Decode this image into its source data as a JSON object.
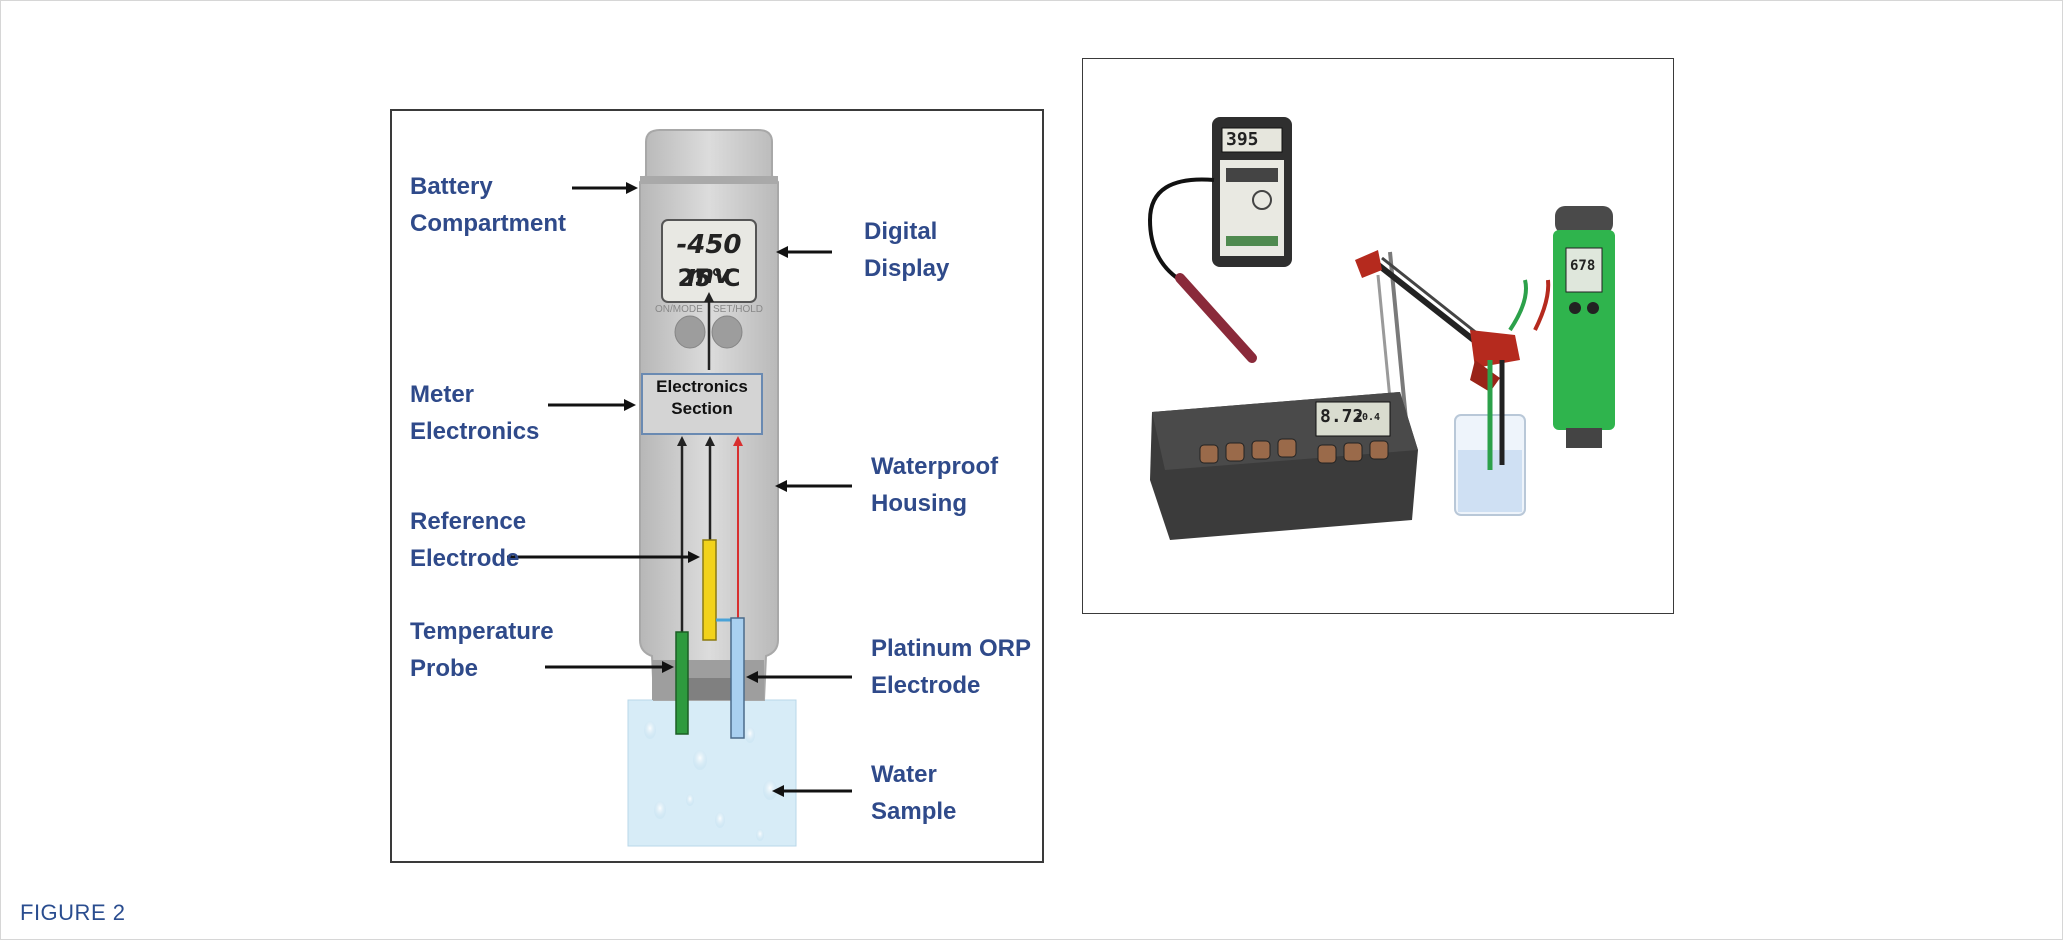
{
  "left": {
    "labels": {
      "battery": "Battery\nCompartment",
      "digital_display": "Digital\nDisplay",
      "meter_electronics": "Meter\nElectronics",
      "waterproof_housing": "Waterproof\nHousing",
      "reference_electrode": "Reference\nElectrode",
      "temperature_probe": "Temperature\nProbe",
      "platinum_orp": "Platinum ORP\nElectrode",
      "water_sample": "Water\nSample"
    },
    "electronics_section": "Electronics\nSection",
    "display_line1": "-450 mv",
    "display_line2": "25°C",
    "button_left": "ON/MODE",
    "button_right": "SET/HOLD"
  },
  "right": {
    "handheld_reading": "395",
    "bench_reading_main": "8.72",
    "bench_reading_temp": "20.4",
    "pen_reading": "678"
  },
  "caption": "FIGURE 2",
  "colors": {
    "label_blue": "#2f4a8a",
    "meter_gray": "#c9c9c9",
    "probe_green": "#2e9a3e",
    "electrode_yellow": "#f2d21b",
    "electrode_blue": "#a9d0f0",
    "water_blue": "#d7ecf7",
    "pen_green": "#2fb44d",
    "bench_dark": "#3b3b3b",
    "clip_red": "#b52a1e"
  }
}
